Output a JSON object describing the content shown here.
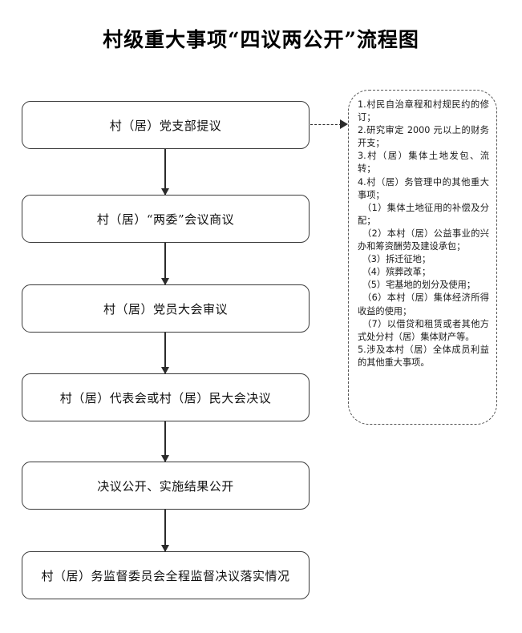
{
  "page": {
    "title": "村级重大事项“四议两公开”流程图",
    "background_color": "#ffffff",
    "box_border_color": "#3a3a3a",
    "connector_color": "#2b2b2b",
    "panel_border_color": "#555555"
  },
  "flow": {
    "steps": [
      {
        "id": "step-1",
        "label": "村（居）党支部提议"
      },
      {
        "id": "step-2",
        "label": "村（居）“两委”会议商议"
      },
      {
        "id": "step-3",
        "label": "村（居）党员大会审议"
      },
      {
        "id": "step-4",
        "label": "村（居）代表会或村（居）民大会决议"
      },
      {
        "id": "step-5",
        "label": "决议公开、实施结果公开"
      },
      {
        "id": "step-6",
        "label": "村（居）务监督委员会全程监督决议落实情况"
      }
    ]
  },
  "side_panel": {
    "lines": [
      "1.村民自治章程和村规民约的修订；",
      "2.研究审定 2000 元以上的财务开支；",
      "3.村（居）集体土地发包、流转；",
      "4.村（居）务管理中的其他重大事项；",
      "　（1）集体土地征用的补偿及分配；",
      "　（2）本村（居）公益事业的兴办和筹资酬劳及建设承包；",
      "　（3）拆迁征地；",
      "　（4）殡葬改革；",
      "　（5）宅基地的划分及使用；",
      "　（6）本村（居）集体经济所得收益的使用；",
      "　（7）以借贷和租赁或者其他方式处分村（居）集体财产等。",
      "5.涉及本村（居）全体成员利益的其他重大事项。"
    ]
  }
}
